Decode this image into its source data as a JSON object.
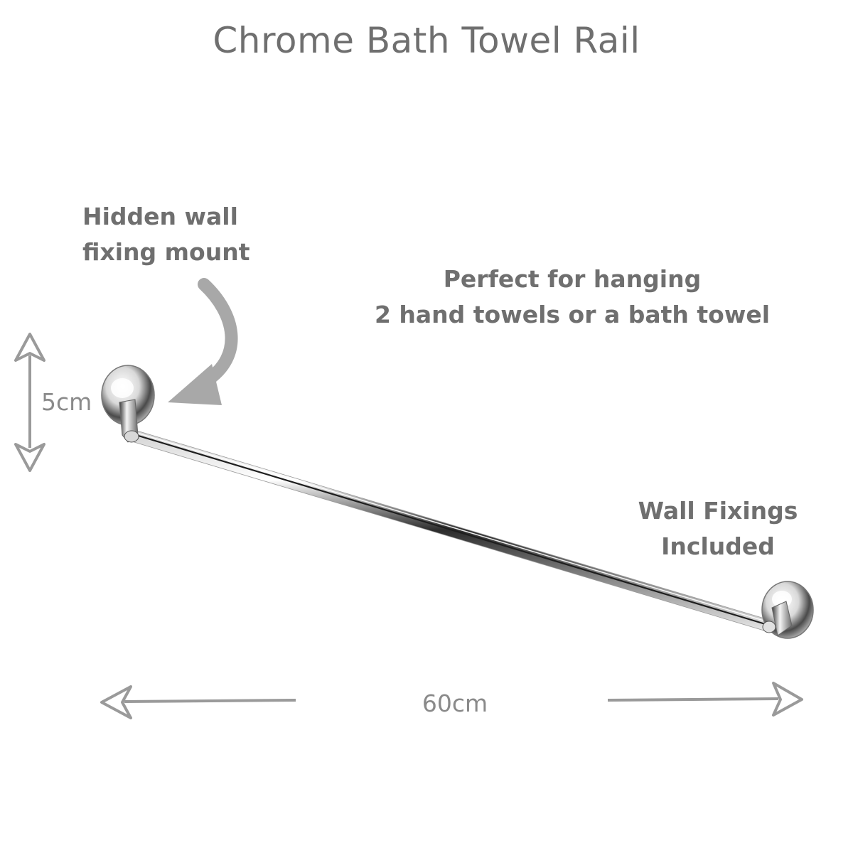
{
  "title": "Chrome Bath Towel Rail",
  "annotations": {
    "hidden_mount_line1": "Hidden wall",
    "hidden_mount_line2": "fixing mount",
    "perfect_line1": "Perfect for hanging",
    "perfect_line2": "2 hand towels or a bath towel",
    "fixings_line1": "Wall Fixings",
    "fixings_line2": "Included"
  },
  "dimensions": {
    "height": "5cm",
    "width": "60cm"
  },
  "colors": {
    "text": "#6f6f6f",
    "arrow": "#9a9a9a",
    "chrome_dark": "#3a3a3a",
    "chrome_light": "#f2f2f2"
  },
  "icons": {
    "curved_arrow": "curved-arrow-icon",
    "dimension_arrow": "double-arrow-icon"
  }
}
